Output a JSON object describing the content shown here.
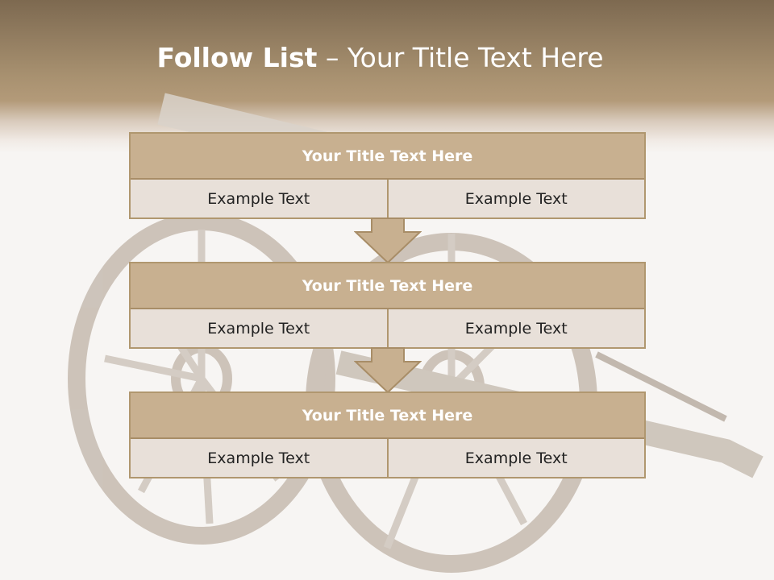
{
  "slide": {
    "title_bold": "Follow List",
    "title_rest": " – Your Title Text Here"
  },
  "blocks": [
    {
      "title": "Your Title Text Here",
      "left": "Example Text",
      "right": "Example Text"
    },
    {
      "title": "Your Title Text Here",
      "left": "Example Text",
      "right": "Example Text"
    },
    {
      "title": "Your Title Text Here",
      "left": "Example Text",
      "right": "Example Text"
    }
  ],
  "colors": {
    "header": "#8f7a5e",
    "block_title": "#c8b090",
    "block_cell": "#e8e0d9",
    "border": "#b0976f",
    "arrow": "#c8b090"
  },
  "background_image": "cannon-illustration"
}
